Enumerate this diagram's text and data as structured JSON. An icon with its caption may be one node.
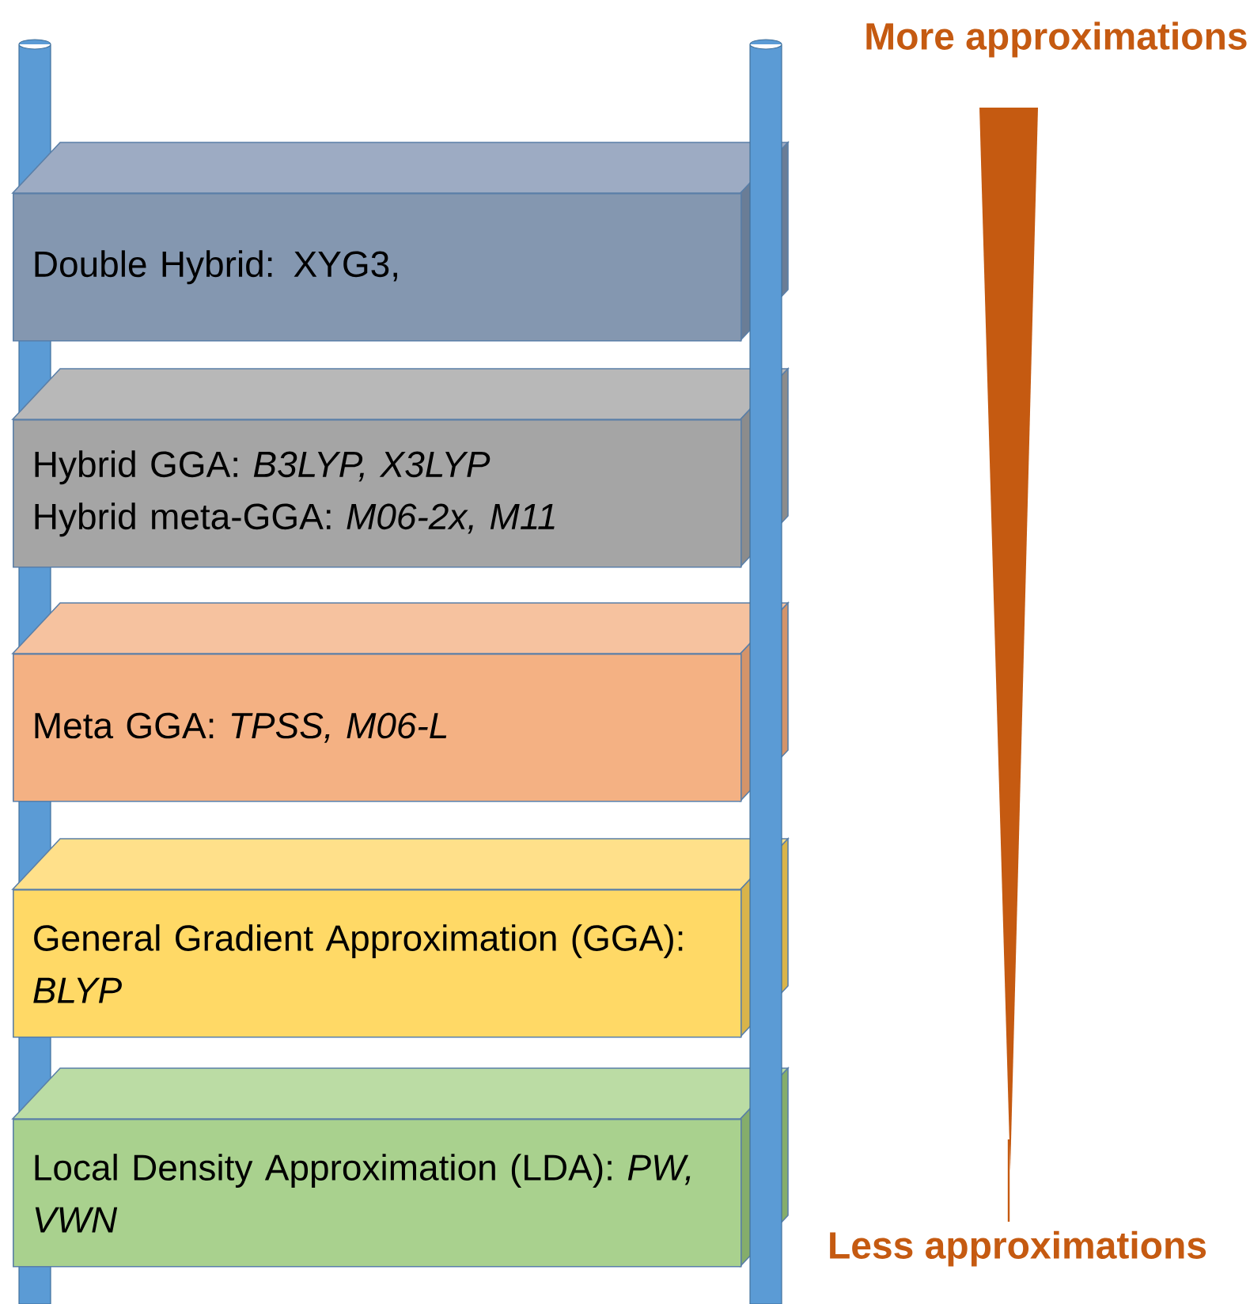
{
  "diagram": {
    "nodes": [
      {
        "text": [
          "Double Hybrid: XYG3,"
        ]
      },
      {
        "text": [
          "Hybrid GGA: *B3LYP, X3LYP*",
          "Hybrid meta-GGA: *M06-2x, M11*"
        ]
      },
      {
        "text": [
          "Meta GGA: *TPSS, M06-L*"
        ]
      },
      {
        "text": [
          "General Gradient Approximation (GGA): *BLYP*"
        ]
      },
      {
        "text": [
          "Local Density Approximation (LDA): *PW, VWN*"
        ]
      }
    ],
    "labels": [
      "More approximations",
      "Less approximations"
    ]
  }
}
